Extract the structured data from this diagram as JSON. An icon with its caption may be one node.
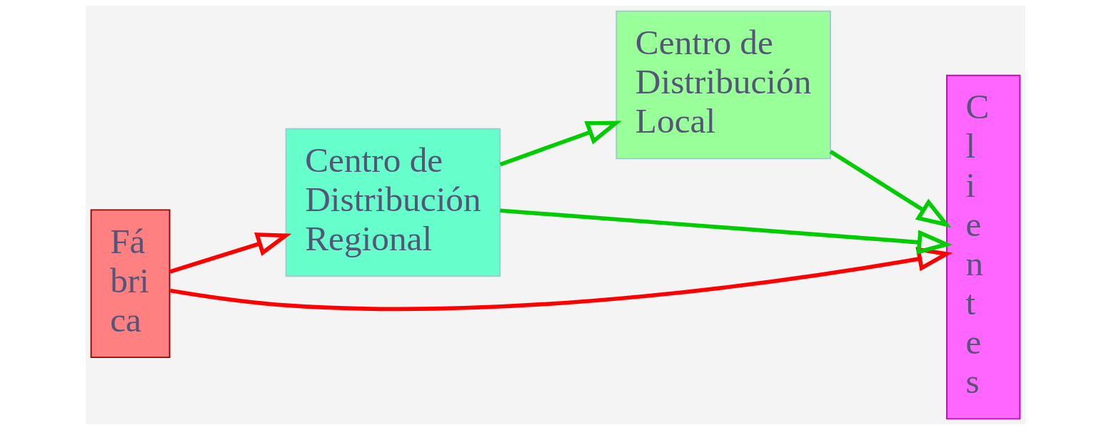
{
  "diagram": {
    "nodes": [
      {
        "text": [
          "Fá bri ca"
        ]
      },
      {
        "text": [
          "Centro de Distribución Regional"
        ]
      },
      {
        "text": [
          "Centro de Distribución Local"
        ]
      },
      {
        "text": [
          "C l i e n t e s"
        ]
      }
    ],
    "edges": [
      {
        "from": 0,
        "to": 3,
        "arrow": "to",
        "color": "#ff0000"
      },
      {
        "from": 0,
        "to": 1,
        "arrow": "to",
        "color": "#ff0000"
      },
      {
        "from": 1,
        "to": 3,
        "arrow": "to"
      },
      {
        "from": 1,
        "to": 2,
        "arrow": "to"
      },
      {
        "from": 2,
        "to": 3,
        "arrow": "to"
      }
    ]
  }
}
